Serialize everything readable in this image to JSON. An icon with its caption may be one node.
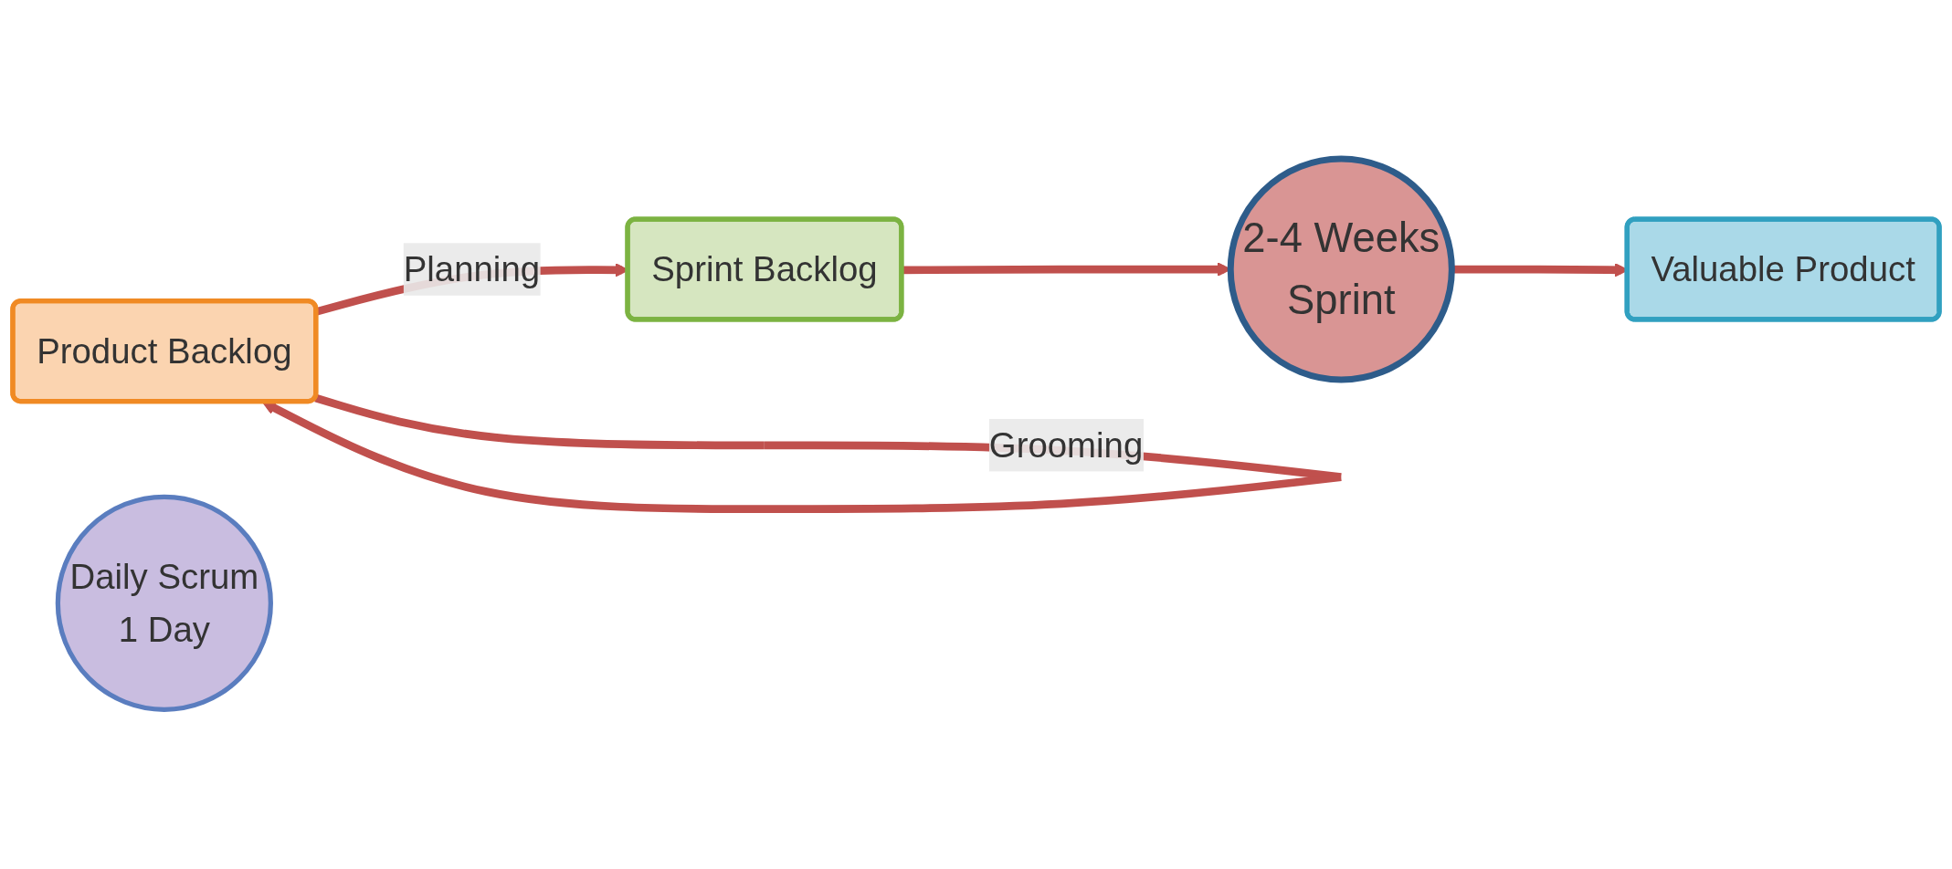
{
  "diagram": {
    "nodes": [
      {
        "text": [
          "Product Backlog"
        ]
      },
      {
        "text": [
          "Sprint Backlog"
        ]
      },
      {
        "text": [
          "Daily Scrum",
          "1 Day"
        ]
      },
      {
        "text": [
          "2-4 Weeks",
          "Sprint"
        ]
      },
      {
        "text": [
          "Valuable Product"
        ]
      }
    ],
    "edges": [
      {
        "from": 0,
        "to": 0,
        "label": "Grooming",
        "arrow": "to"
      },
      {
        "from": 0,
        "to": 1,
        "label": "Planning",
        "arrow": "to"
      },
      {
        "from": 1,
        "to": 3,
        "arrow": "to"
      },
      {
        "from": 3,
        "to": 4,
        "arrow": "to"
      }
    ]
  }
}
